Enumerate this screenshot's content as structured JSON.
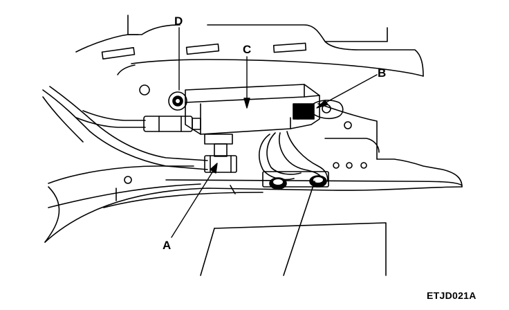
{
  "callouts": {
    "a": "A",
    "b": "B",
    "c": "C",
    "d": "D"
  },
  "figure_code": "ETJD021A",
  "colors": {
    "ink": "#000000",
    "paper": "#ffffff"
  }
}
